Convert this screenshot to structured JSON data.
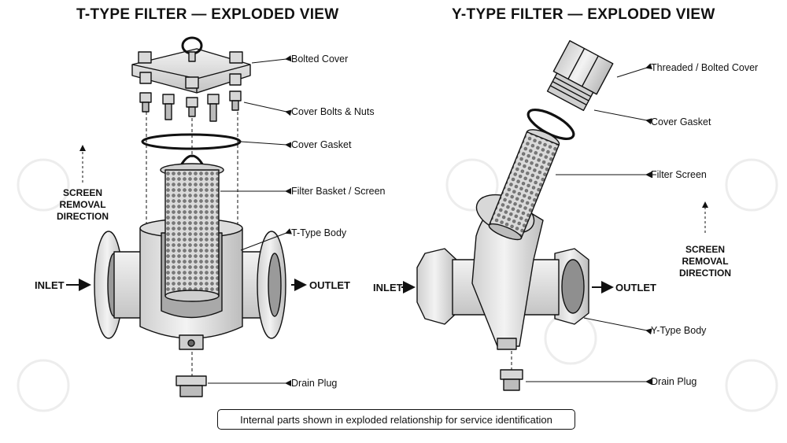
{
  "titles": {
    "t_type": "T-TYPE FILTER — EXPLODED VIEW",
    "y_type": "Y-TYPE FILTER — EXPLODED VIEW"
  },
  "t_filter": {
    "labels": {
      "bolted_cover": "Bolted Cover",
      "cover_bolts": "Cover Bolts & Nuts",
      "cover_gasket": "Cover Gasket",
      "filter_basket": "Filter Basket / Screen",
      "body": "T-Type Body",
      "drain_plug": "Drain Plug"
    },
    "inlet": "INLET",
    "outlet": "OUTLET",
    "direction": [
      "SCREEN",
      "REMOVAL",
      "DIRECTION"
    ]
  },
  "y_filter": {
    "labels": {
      "cover": "Threaded / Bolted Cover",
      "cover_gasket": "Cover Gasket",
      "filter_screen": "Filter Screen",
      "body": "Y-Type Body",
      "drain_plug": "Drain Plug"
    },
    "inlet": "INLET",
    "outlet": "OUTLET",
    "direction": [
      "SCREEN",
      "REMOVAL",
      "DIRECTION"
    ]
  },
  "caption": "Internal parts shown in exploded relationship for service identification",
  "colors": {
    "ink": "#111111",
    "metal": "#e6e6e6",
    "metal_dark": "#b5b5b5",
    "watermark": "#ededed"
  }
}
